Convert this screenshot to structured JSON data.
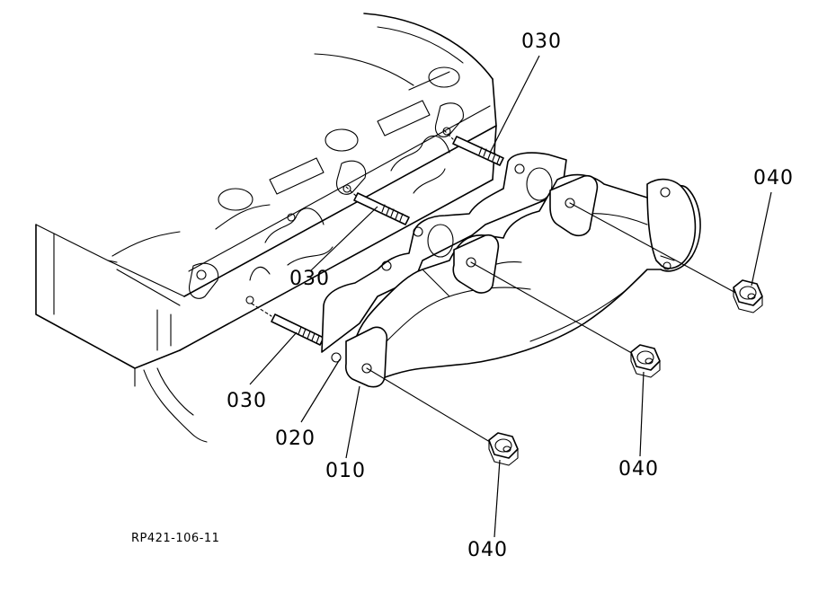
{
  "diagram": {
    "reference_code": "RP421-106-11",
    "callouts": {
      "stud_top": "030",
      "stud_middle": "030",
      "stud_bottom": "030",
      "gasket": "020",
      "manifold": "010",
      "nut_right": "040",
      "nut_middle": "040",
      "nut_bottom": "040"
    }
  }
}
